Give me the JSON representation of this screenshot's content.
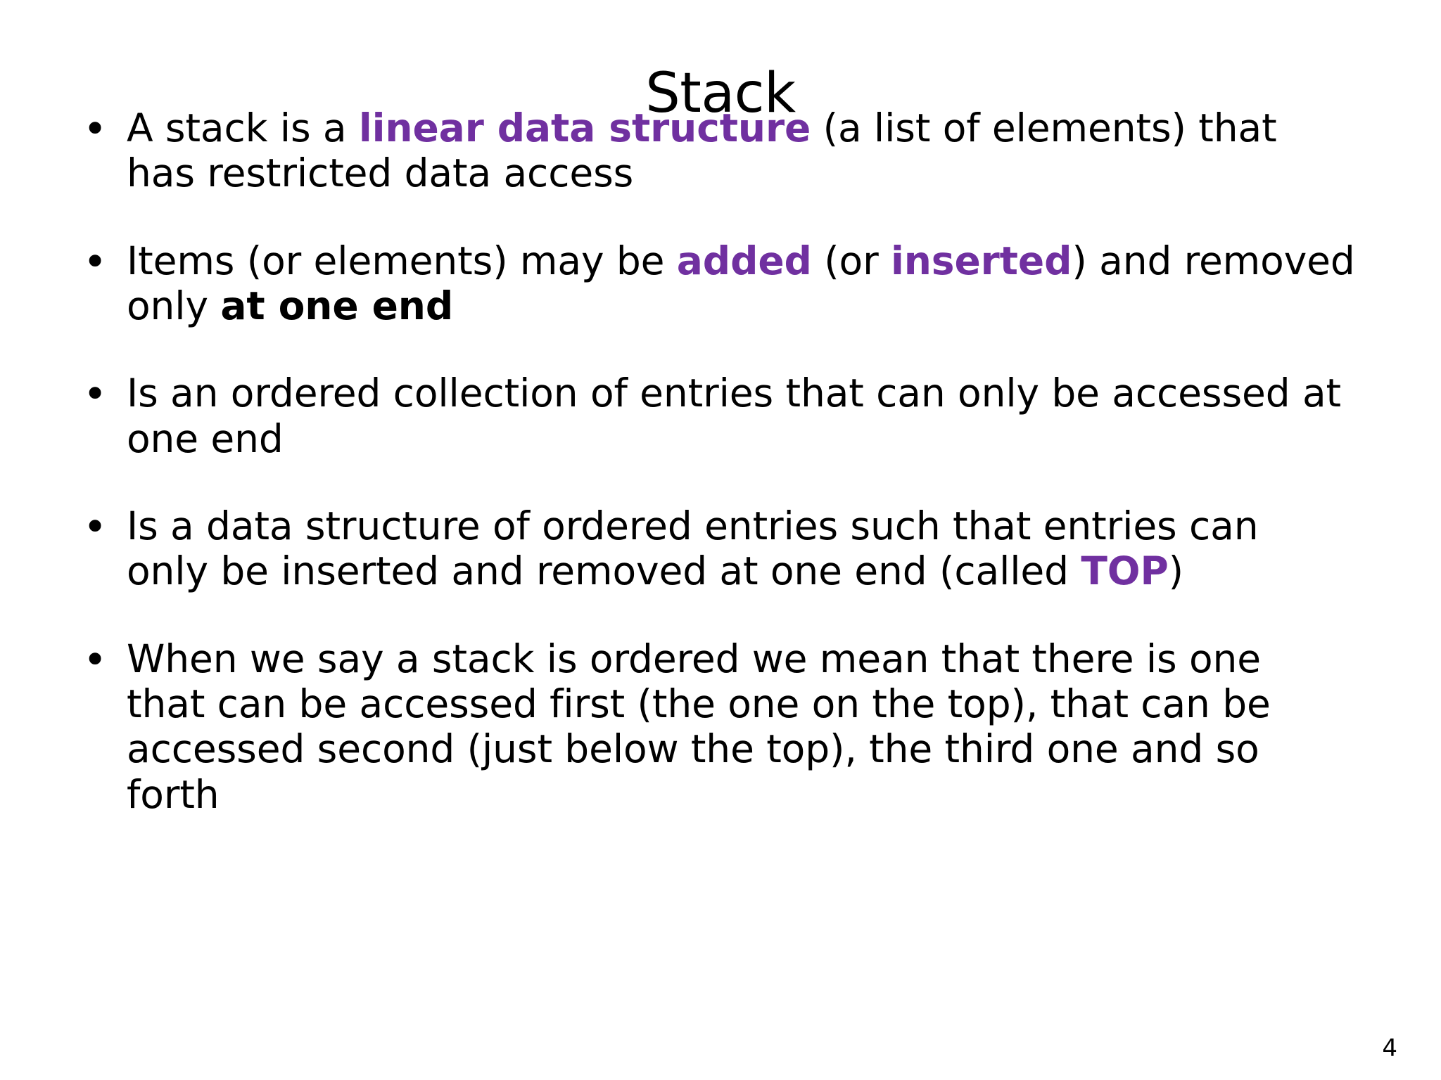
{
  "slide": {
    "title": "Stack",
    "page_number": "4",
    "accent_color": "#7030A0",
    "text_color": "#000000",
    "background_color": "#FFFFFF",
    "bullet_marker": "•",
    "bullets": [
      {
        "id": "bullet-1",
        "parts": [
          {
            "text": "A stack is a ",
            "style": "normal"
          },
          {
            "text": "linear data structure",
            "style": "accent"
          },
          {
            "text": " (a list of elements) that has restricted data access",
            "style": "normal"
          }
        ],
        "plain": "A stack is a linear data structure (a list of elements) that has restricted data access"
      },
      {
        "id": "bullet-2",
        "parts": [
          {
            "text": "Items (or elements) may be ",
            "style": "normal"
          },
          {
            "text": "added",
            "style": "accent"
          },
          {
            "text": " (or ",
            "style": "normal"
          },
          {
            "text": "inserted",
            "style": "accent"
          },
          {
            "text": ") and removed only ",
            "style": "normal"
          },
          {
            "text": "at one end",
            "style": "strong"
          }
        ],
        "plain": "Items (or elements) may be added (or inserted) and removed only at one end"
      },
      {
        "id": "bullet-3",
        "parts": [
          {
            "text": "Is an ordered collection of entries that can only be accessed at one end",
            "style": "normal"
          }
        ],
        "plain": "Is an ordered collection of entries that can only be accessed at one end"
      },
      {
        "id": "bullet-4",
        "parts": [
          {
            "text": "Is a data structure of ordered entries such that entries can only be inserted and removed at one end (called ",
            "style": "normal"
          },
          {
            "text": "TOP",
            "style": "accent"
          },
          {
            "text": ")",
            "style": "normal"
          }
        ],
        "plain": "Is a data structure of ordered entries such that entries can only be inserted and removed at one end (called TOP)"
      },
      {
        "id": "bullet-5",
        "parts": [
          {
            "text": "When we say a stack is ordered we mean that there is one that can be accessed first (the one on the top), that can be accessed second (just below the top), the third one and so forth",
            "style": "normal"
          }
        ],
        "plain": "When we say a stack is ordered we mean that there is one that can be accessed first (the one on the top), that can be accessed second (just below the top), the third one and so forth"
      }
    ]
  }
}
